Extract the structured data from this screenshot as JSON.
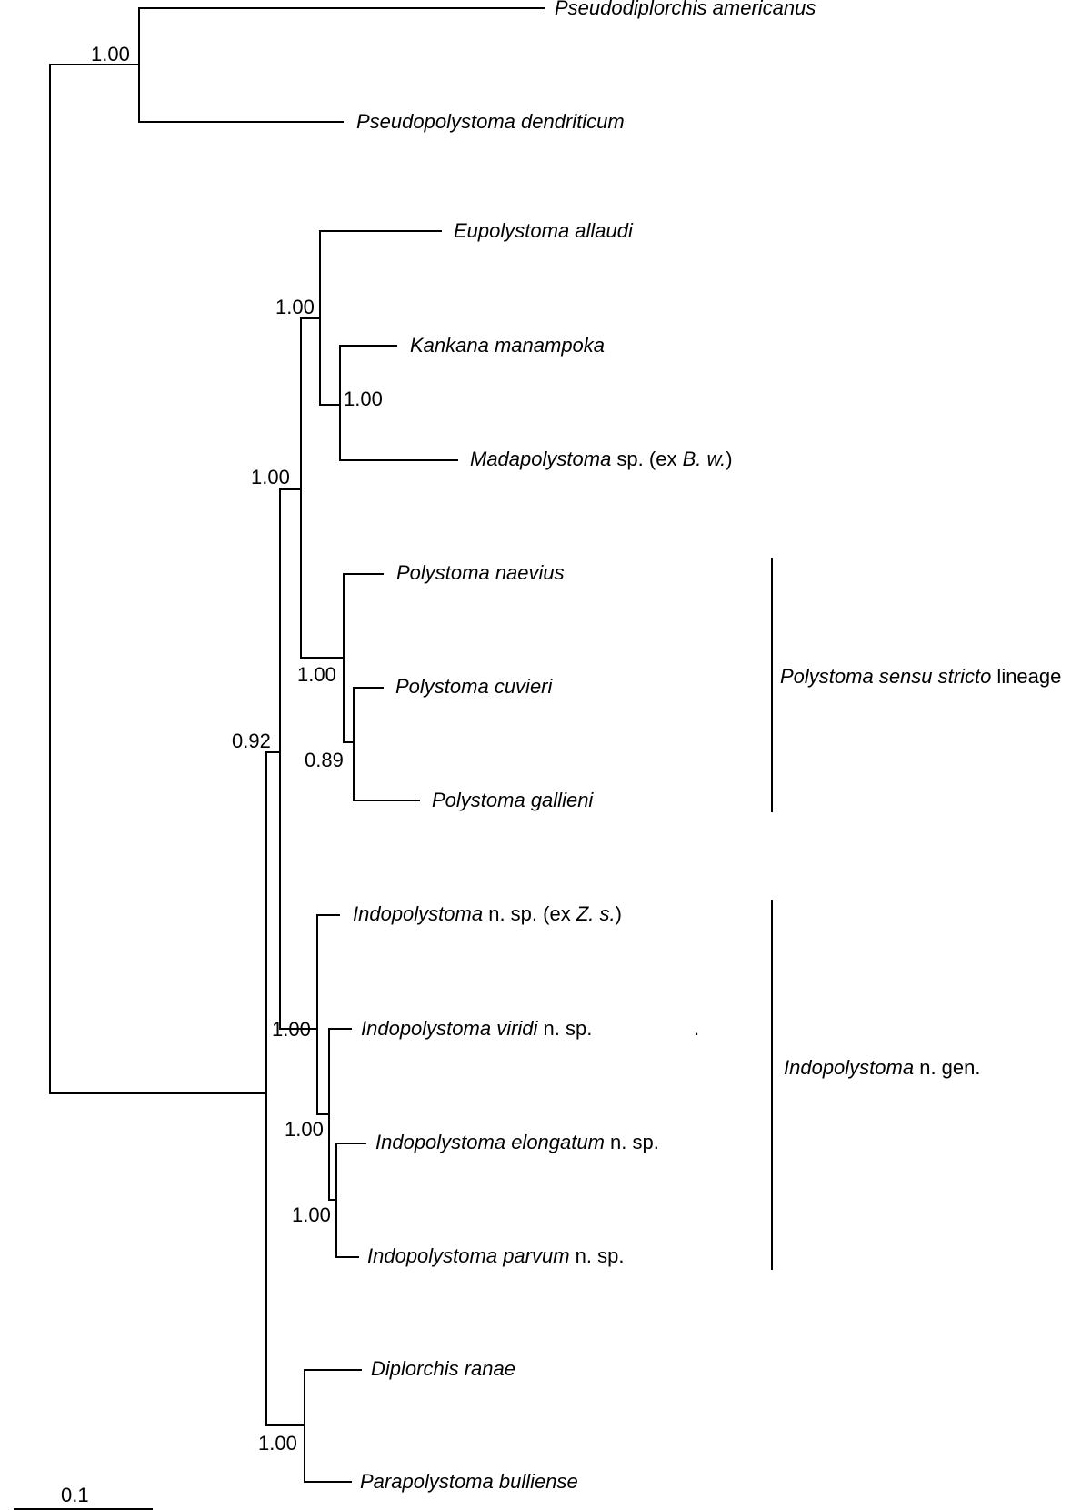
{
  "taxa": {
    "pseudodiplorchis": {
      "genus": "Pseudodiplorchis americanus",
      "rest": ""
    },
    "pseudopolystoma": {
      "genus": "Pseudopolystoma dendriticum",
      "rest": ""
    },
    "eupolystoma": {
      "genus": "Eupolystoma allaudi",
      "rest": ""
    },
    "kankana": {
      "genus": "Kankana manampoka",
      "rest": ""
    },
    "madapolystoma": {
      "genus": "Madapolystoma",
      "rest": " sp. (ex ",
      "host": "B. w.",
      "close": ")"
    },
    "p_naevius": {
      "genus": "Polystoma naevius",
      "rest": ""
    },
    "p_cuvieri": {
      "genus": "Polystoma cuvieri",
      "rest": ""
    },
    "p_gallieni": {
      "genus": "Polystoma gallieni",
      "rest": ""
    },
    "indo_zs": {
      "genus": "Indopolystoma",
      "rest": " n. sp. (ex ",
      "host": "Z. s.",
      "close": ")"
    },
    "indo_viridi": {
      "genus": "Indopolystoma viridi",
      "rest": " n. sp.",
      "trail": "."
    },
    "indo_elongatum": {
      "genus": "Indopolystoma elongatum",
      "rest": " n. sp."
    },
    "indo_parvum": {
      "genus": "Indopolystoma parvum",
      "rest": " n. sp."
    },
    "diplorchis": {
      "genus": "Diplorchis ranae",
      "rest": ""
    },
    "parapolystoma": {
      "genus": "Parapolystoma bulliense",
      "rest": ""
    }
  },
  "support": {
    "pseudo_clade": "1.00",
    "eup_kank_mada": "1.00",
    "kank_mada": "1.00",
    "madagascar_clade": "1.00",
    "polystoma_ss": "1.00",
    "cuvieri_gallieni": "0.89",
    "ingroup": "0.92",
    "indopolystoma": "1.00",
    "viridi_elong_parvum": "1.00",
    "elong_parvum": "1.00",
    "diplo_para": "1.00"
  },
  "clades": {
    "polystoma_ss": {
      "italic": "Polystoma sensu stricto",
      "rest": " lineage"
    },
    "indopolystoma": {
      "italic": "Indopolystoma",
      "rest": " n. gen."
    }
  },
  "scale_bar": {
    "label": "0.1"
  }
}
